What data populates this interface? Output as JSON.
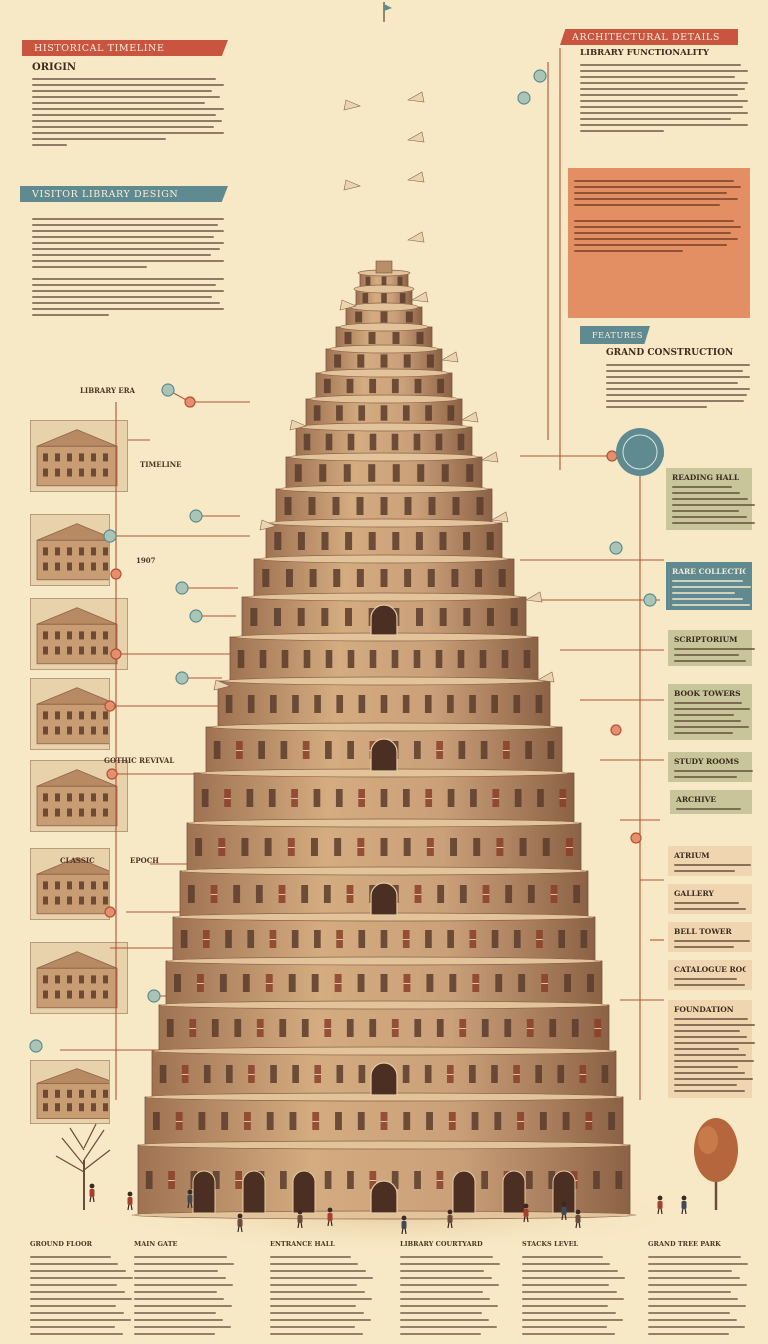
{
  "header_left": {
    "banner": "Historical Timeline",
    "sub": "Origin"
  },
  "header_right": {
    "banner": "Architectural Details",
    "sub": "Library Functionality"
  },
  "section_left": {
    "banner": "Visitor Library Design"
  },
  "section_right": {
    "tag": "Features",
    "sub": "Grand Construction"
  },
  "left_labels": [
    "Library Era",
    "Timeline",
    "1907",
    "Gothic Revival",
    "Classic",
    "Epoch"
  ],
  "right_panels": [
    "Reading Hall",
    "Rare Collection",
    "Scriptorium",
    "Book Towers",
    "Study Rooms",
    "Archive",
    "Atrium",
    "Gallery",
    "Bell Tower",
    "Catalogue Room",
    "Foundation"
  ],
  "bottom_columns": [
    "Ground Floor",
    "Main Gate",
    "Entrance Hall",
    "Library Courtyard",
    "Stacks Level",
    "Grand Tree Park"
  ],
  "colors": {
    "background": "#f8e9c6",
    "banner_red": "#c9543f",
    "banner_teal": "#5f8a90",
    "panel_orange": "#e38f63",
    "panel_sage": "#c8c59a",
    "tower_stone": "#c69c72",
    "leader_line": "#b4513a"
  },
  "icons": {
    "tower": "tower-illustration",
    "callout": "callout-dot-icon",
    "tree": "tree-icon",
    "figure": "person-icon"
  }
}
